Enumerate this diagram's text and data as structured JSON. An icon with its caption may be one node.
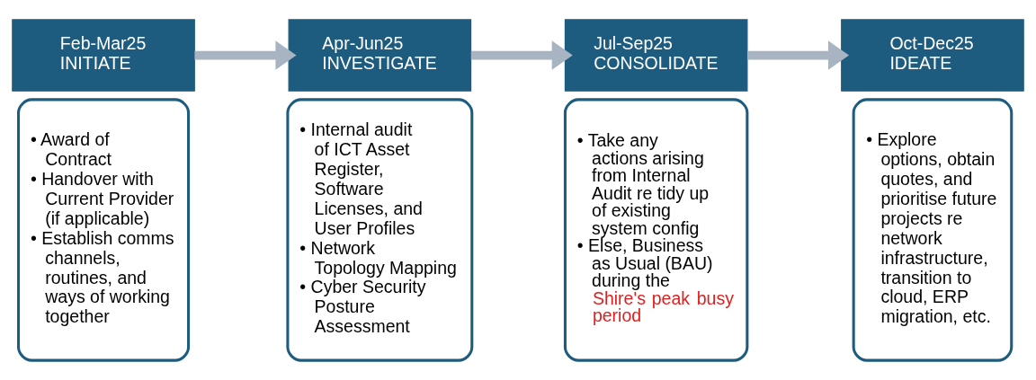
{
  "diagram": {
    "nodes": [
      {
        "text": [
          "Feb-Mar25",
          "INITIATE"
        ]
      },
      {
        "text": [
          "• Award of Contract",
          "• Handover with Current Provider (if applicable)",
          "• Establish comms channels, routines, and ways of working together"
        ]
      },
      {
        "text": [
          "Apr-Jun25",
          "INVESTIGATE"
        ]
      },
      {
        "text": [
          "• Internal audit of ICT Asset Register, Software Licenses, and User Profiles",
          "• Network Topology Mapping",
          "• Cyber Security Posture Assessment"
        ]
      },
      {
        "text": [
          "Jul-Sep25",
          "CONSOLIDATE"
        ]
      },
      {
        "text": [
          "• Take any actions arising from Internal Audit re tidy up of existing system config",
          "• Else, Business as Usual (BAU) during the Shire's peak busy period"
        ]
      },
      {
        "text": [
          "Oct-Dec25",
          "IDEATE"
        ]
      },
      {
        "text": [
          "• Explore options, obtain quotes, and prioritise future projects re network infrastructure, transition to cloud, ERP migration, etc."
        ]
      }
    ],
    "edges": [
      {
        "from": 0,
        "to": 2,
        "arrow": "to"
      },
      {
        "from": 2,
        "to": 4,
        "arrow": "to"
      },
      {
        "from": 4,
        "to": 6,
        "arrow": "to"
      }
    ]
  }
}
